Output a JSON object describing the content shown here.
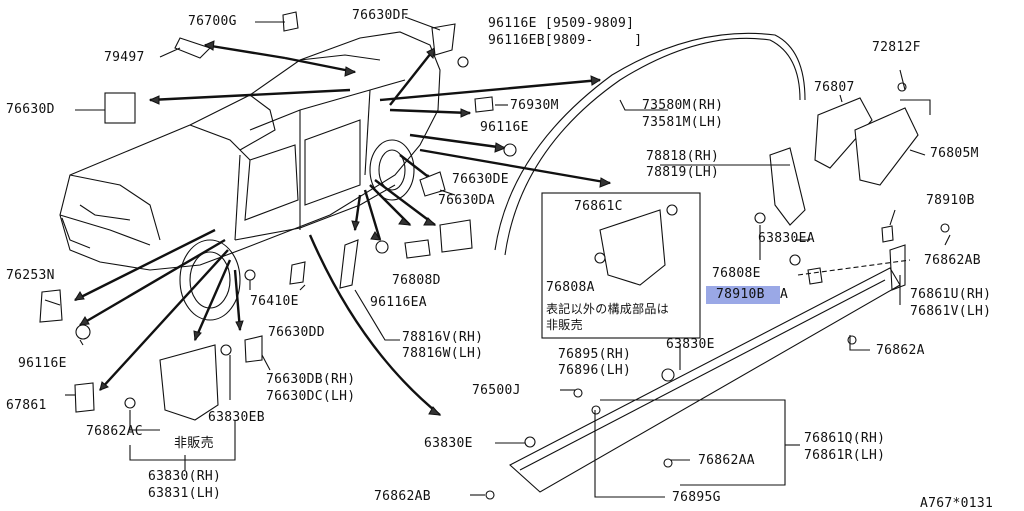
{
  "labels": {
    "p76700G": "76700G",
    "p76630DF": "76630DF",
    "p96116E_top": "96116E [9509-9809]",
    "p96116EB": "96116EB[9809-     ]",
    "p79497": "79497",
    "p76630D": "76630D",
    "p76930M": "76930M",
    "p96116E_mid": "96116E",
    "p76630DE": "76630DE",
    "p76630DA": "76630DA",
    "p76808D": "76808D",
    "p96116EA": "96116EA",
    "p76253N": "76253N",
    "p96116E_left": "96116E",
    "p67861": "67861",
    "p76410E": "76410E",
    "p76630DD": "76630DD",
    "p76862AC": "76862AC",
    "p63830EB": "63830EB",
    "p76630DB": "76630DB(RH)",
    "p76630DC": "76630DC(LH)",
    "p63830_rh": "63830(RH)",
    "p63831_lh": "63831(LH)",
    "hibaihin_left": "非販売",
    "p78816V": "78816V(RH)",
    "p78816W": "78816W(LH)",
    "p73580M": "73580M(RH)",
    "p73581M": "73581M(LH)",
    "p78818": "78818(RH)",
    "p78819": "78819(LH)",
    "p76861C": "76861C",
    "p76808A": "76808A",
    "note_line1": "表記以外の構成部品は",
    "note_line2": "非販売",
    "p76895": "76895(RH)",
    "p76896": "76896(LH)",
    "p76500J": "76500J",
    "p63830E_mid": "63830E",
    "p63830E_bottom": "63830E",
    "p76862AB_bottom": "76862AB",
    "p76895G": "76895G",
    "p76862AA": "76862AA",
    "p76861Q": "76861Q(RH)",
    "p76861R": "76861R(LH)",
    "p76862A": "76862A",
    "p76861U": "76861U(RH)",
    "p76861V": "76861V(LH)",
    "p76862AB_right": "76862AB",
    "p78910B": "78910B",
    "p78910BA_highlight": "78910B",
    "p78910BA_tail": "A",
    "p76808E": "76808E",
    "p63830EA": "63830EA",
    "p72812F": "72812F",
    "p76807": "76807",
    "p76805M": "76805M",
    "diagram_code": "A767*0131"
  },
  "colors": {
    "highlight": "#9aa8e6",
    "line": "#111111"
  }
}
